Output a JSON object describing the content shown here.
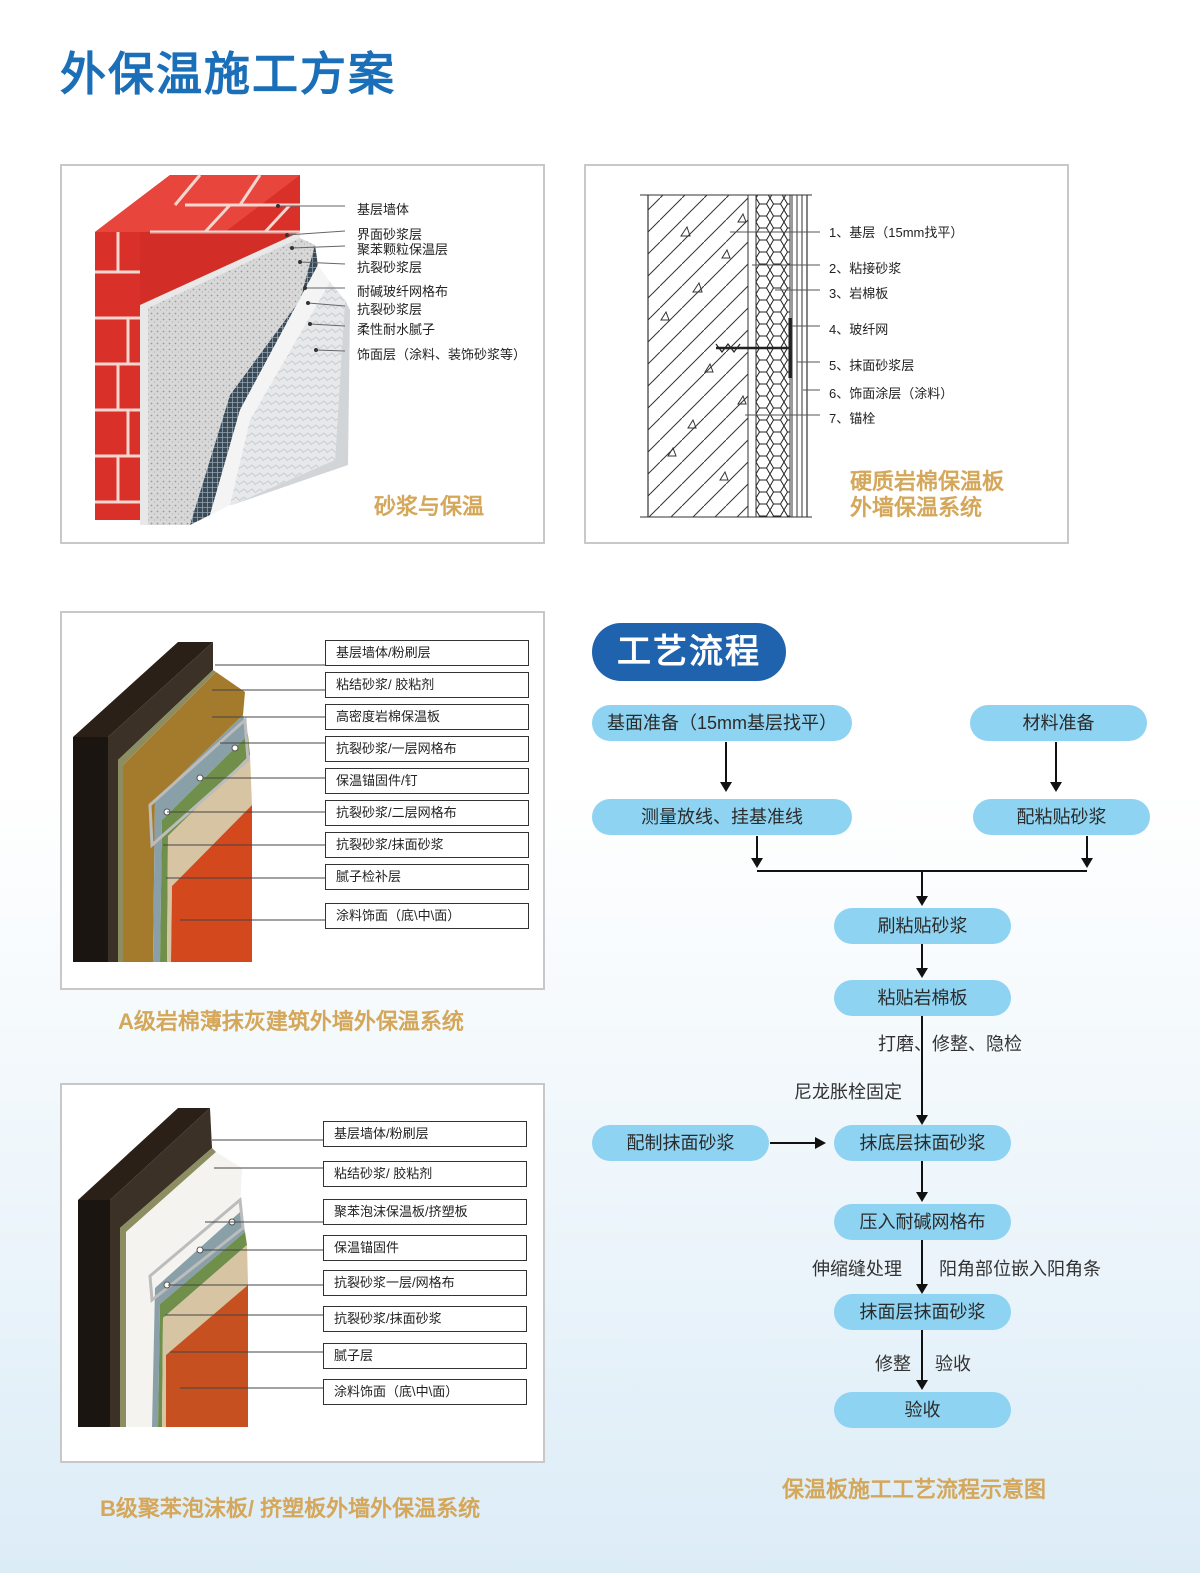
{
  "title": "外保温施工方案",
  "panel1": {
    "caption": "砂浆与保温",
    "labels": [
      "基层墙体",
      "界面砂浆层",
      "聚苯颗粒保温层",
      "抗裂砂浆层",
      "耐碱玻纤网格布",
      "抗裂砂浆层",
      "柔性耐水腻子",
      "饰面层（涂料、装饰砂浆等）"
    ]
  },
  "panel2": {
    "caption_line1": "硬质岩棉保温板",
    "caption_line2": "外墙保温系统",
    "labels": [
      "1、基层（15mm找平）",
      "2、粘接砂浆",
      "3、岩棉板",
      "4、玻纤网",
      "5、抹面砂浆层",
      "6、饰面涂层（涂料）",
      "7、锚栓"
    ]
  },
  "panel3": {
    "caption": "A级岩棉薄抹灰建筑外墙外保温系统",
    "labels": [
      "基层墙体/粉刷层",
      "粘结砂浆/ 胶粘剂",
      "高密度岩棉保温板",
      "抗裂砂浆/一层网格布",
      "保温锚固件/钉",
      "抗裂砂浆/二层网格布",
      "抗裂砂浆/抹面砂浆",
      "腻子检补层",
      "涂料饰面（底\\中\\面）"
    ]
  },
  "panel4": {
    "caption": "B级聚苯泡沫板/ 挤塑板外墙外保温系统",
    "labels": [
      "基层墙体/粉刷层",
      "粘结砂浆/ 胶粘剂",
      "聚苯泡沫保温板/挤塑板",
      "保温锚固件",
      "抗裂砂浆一层/网格布",
      "抗裂砂浆/抹面砂浆",
      "腻子层",
      "涂料饰面（底\\中\\面）"
    ]
  },
  "flow": {
    "badge": "工艺流程",
    "caption": "保温板施工工艺流程示意图",
    "steps": {
      "base_prep": "基面准备（15mm基层找平）",
      "material_prep": "材料准备",
      "measure": "测量放线、挂基准线",
      "mix_mortar": "配粘贴砂浆",
      "brush_mortar": "刷粘贴砂浆",
      "paste_board": "粘贴岩棉板",
      "mix_plaster": "配制抹面砂浆",
      "base_plaster": "抹底层抹面砂浆",
      "press_mesh": "压入耐碱网格布",
      "top_plaster": "抹面层抹面砂浆",
      "accept": "验收"
    },
    "notes": {
      "grind": "打磨、修整、隐检",
      "anchor": "尼龙胀栓固定",
      "joint": "伸缩缝处理",
      "corner": "阳角部位嵌入阳角条",
      "trim": "修整",
      "inspect": "验收"
    }
  },
  "colors": {
    "title_blue": "#1a6fb8",
    "caption_gold": "#d4a75a",
    "pill_blue": "#8ed3f1",
    "badge_blue": "#1f62ad",
    "brick_red": "#d9302a"
  }
}
